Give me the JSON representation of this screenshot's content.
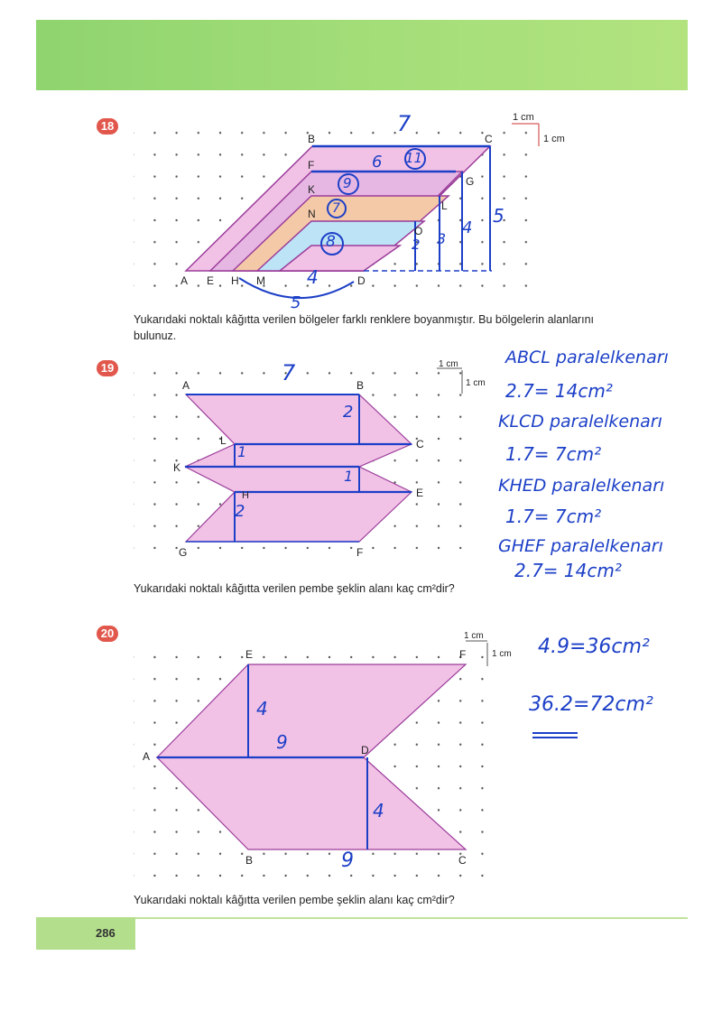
{
  "page_number": "286",
  "unit": {
    "cm": "1 cm"
  },
  "q18": {
    "number": "18",
    "text": "Yukarıdaki noktalı kâğıtta verilen bölgeler farklı renklere boyanmıştır. Bu bölgelerin alanlarını bulunuz.",
    "points": [
      "A",
      "E",
      "H",
      "M",
      "D",
      "B",
      "C",
      "F",
      "G",
      "K",
      "L",
      "N",
      "O"
    ],
    "hand": [
      "7",
      "6",
      "11",
      "9",
      "7",
      "8",
      "5",
      "4",
      "3",
      "2",
      "4",
      "5"
    ]
  },
  "q19": {
    "number": "19",
    "text": "Yukarıdaki noktalı kâğıtta verilen pembe şeklin alanı kaç cm²dir?",
    "points": [
      "A",
      "B",
      "L",
      "C",
      "K",
      "E",
      "H",
      "G",
      "F"
    ],
    "hand": [
      "7",
      "2",
      "1",
      "1",
      "2"
    ],
    "notes": [
      "ABCL paralelkenarı",
      "2.7= 14cm²",
      "KLCD paralelkenarı",
      "1.7= 7cm²",
      "KHED paralelkenarı",
      "1.7= 7cm²",
      "GHEF paralelkenarı",
      "2.7= 14cm²"
    ]
  },
  "q20": {
    "number": "20",
    "text": "Yukarıdaki noktalı kâğıtta verilen pembe şeklin alanı kaç cm²dir?",
    "points": [
      "E",
      "F",
      "A",
      "D",
      "B",
      "C"
    ],
    "hand": [
      "4",
      "9",
      "4",
      "9"
    ],
    "notes": [
      "4.9=36cm²",
      "36.2=72cm²"
    ]
  },
  "colors": {
    "band": "#a6df7a",
    "badge": "#e2574c",
    "pink": "#f2c2e6",
    "peach": "#f4c9a8",
    "blue": "#bde3f6",
    "ink": "#1c3fc7",
    "line": "#8f2a8c"
  }
}
